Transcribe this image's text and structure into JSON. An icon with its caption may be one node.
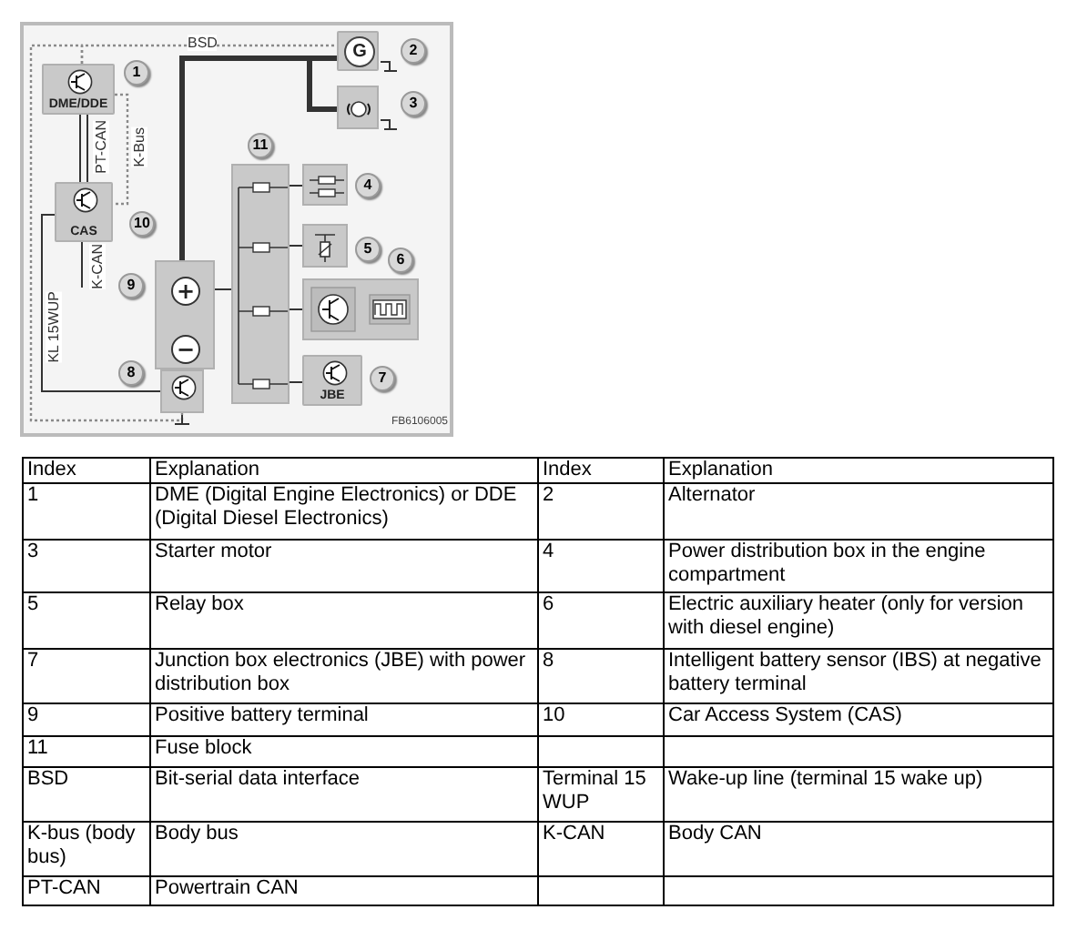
{
  "diagram": {
    "nodes": [
      {
        "text": [
          "DME/DDE"
        ]
      },
      {
        "text": [
          "CAS"
        ]
      },
      {
        "text": [
          "G"
        ]
      },
      {
        "text": [],
        "shape": "box"
      },
      {
        "text": [],
        "shape": "box"
      },
      {
        "text": [
          "+"
        ],
        "in": 4
      },
      {
        "text": [
          "−"
        ],
        "in": 4
      },
      {
        "text": [],
        "shape": "box"
      },
      {
        "text": [],
        "shape": "box"
      },
      {
        "text": [],
        "shape": "box"
      },
      {
        "text": [],
        "shape": "box"
      },
      {
        "text": [],
        "shape": "box"
      },
      {
        "text": [
          "JBE"
        ]
      }
    ],
    "edges": [
      {
        "from": 0,
        "to": 2,
        "arrow": "none",
        "style": "dashed",
        "label": "BSD"
      },
      {
        "from": 0,
        "to": 7,
        "arrow": "none",
        "style": "dashed"
      },
      {
        "from": 0,
        "to": 1,
        "arrow": "none",
        "label": "PT-CAN"
      },
      {
        "from": 0,
        "to": 1,
        "arrow": "none",
        "style": "dashed",
        "label": "K-Bus"
      },
      {
        "from": 1,
        "to": null,
        "arrow": "none",
        "label": "K-CAN"
      },
      {
        "from": 1,
        "to": 7,
        "arrow": "none",
        "label": "KL 15WUP"
      },
      {
        "from": 5,
        "to": 2,
        "arrow": "none",
        "style": "thick"
      },
      {
        "from": 5,
        "to": 3,
        "arrow": "none",
        "style": "thick"
      },
      {
        "from": 5,
        "to": 8,
        "arrow": "none"
      },
      {
        "from": 8,
        "to": 9,
        "arrow": "none"
      },
      {
        "from": 8,
        "to": 10,
        "arrow": "none"
      },
      {
        "from": 8,
        "to": 11,
        "arrow": "none"
      },
      {
        "from": 8,
        "to": 12,
        "arrow": "none"
      }
    ],
    "labels": [
      "2",
      "1",
      "3",
      "11",
      "4",
      "10",
      "5",
      "6",
      "9",
      "8",
      "7",
      "FB6106005",
      "Index",
      "Explanation",
      "Index",
      "Explanation",
      "1",
      "DME (Digital Engine Electronics) or DDE (Digital Diesel Electronics)",
      "2",
      "Alternator",
      "3",
      "Starter motor",
      "4",
      "Power distribution box in the engine compartment",
      "5",
      "Relay box",
      "6",
      "Electric auxiliary heater (only for version with diesel engine)",
      "7",
      "Junction box electronics (JBE) with power distribution box",
      "8",
      "Intelligent battery sensor (IBS) at negative battery terminal",
      "9",
      "Positive battery terminal",
      "10",
      "Car Access System (CAS)",
      "11",
      "Fuse block",
      "BSD",
      "Bit-serial data interface",
      "Terminal 15 WUP",
      "Wake-up line (terminal 15 wake up)",
      "K-bus (body bus)",
      "Body bus",
      "K-CAN",
      "Body CAN",
      "PT-CAN",
      "Powertrain CAN"
    ]
  }
}
